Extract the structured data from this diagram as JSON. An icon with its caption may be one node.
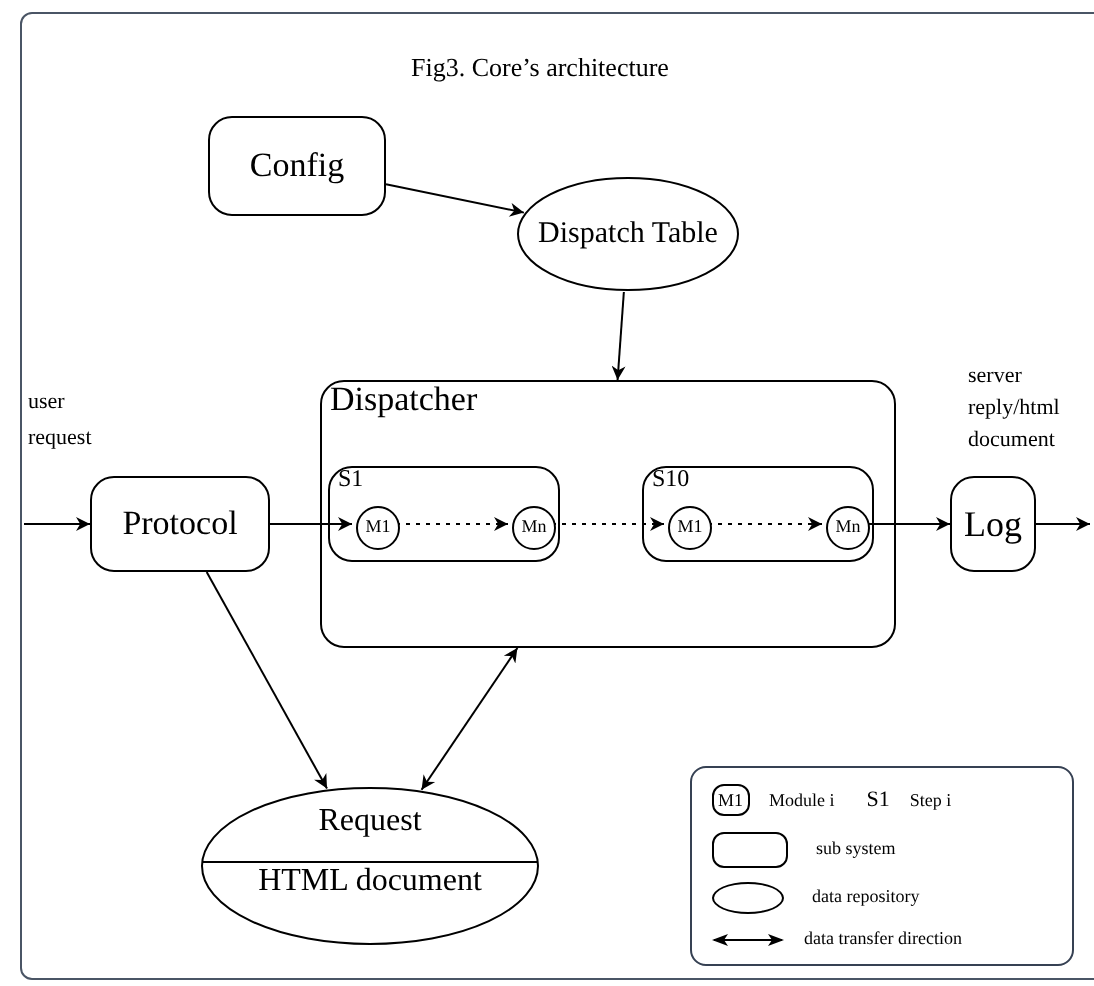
{
  "diagram": {
    "title": "Fig3. Core’s architecture",
    "nodes": [
      {
        "text": [
          "Config"
        ]
      },
      {
        "text": [
          "Dispatch Table"
        ]
      },
      {
        "text": [
          "Protocol"
        ]
      },
      {
        "text": [
          "Dispatcher"
        ]
      },
      {
        "text": [
          "S1"
        ],
        "in": 3
      },
      {
        "text": [
          "M1"
        ],
        "in": 4
      },
      {
        "text": [
          "Mn"
        ],
        "in": 4
      },
      {
        "text": [
          "S10"
        ],
        "in": 3
      },
      {
        "text": [
          "M1"
        ],
        "in": 7
      },
      {
        "text": [
          "Mn"
        ],
        "in": 7
      },
      {
        "text": [
          "Log"
        ]
      },
      {
        "text": [
          "Request",
          "HTML document"
        ]
      }
    ],
    "edges": [
      {
        "from": 0,
        "to": 1,
        "arrow": "to"
      },
      {
        "from": 1,
        "to": 3,
        "arrow": "to"
      },
      {
        "from": null,
        "to": 2,
        "arrow": "to"
      },
      {
        "from": 2,
        "to": 5,
        "arrow": "to"
      },
      {
        "from": 5,
        "to": 6,
        "arrow": "to",
        "style": "dashed"
      },
      {
        "from": 6,
        "to": 8,
        "arrow": "to",
        "style": "dashed"
      },
      {
        "from": 8,
        "to": 9,
        "arrow": "to",
        "style": "dashed"
      },
      {
        "from": 9,
        "to": 10,
        "arrow": "to"
      },
      {
        "from": 10,
        "to": null,
        "arrow": "to"
      },
      {
        "from": 2,
        "to": 11,
        "arrow": "to"
      },
      {
        "from": 3,
        "to": 11,
        "arrow": "both"
      }
    ],
    "labels": [
      "user request",
      "server reply/html document",
      "M1",
      "S1"
    ],
    "legend": [
      {
        "text": "Module i"
      },
      {
        "text": "Step i"
      },
      {
        "text": "sub system"
      },
      {
        "text": "data repository"
      },
      {
        "text": "data transfer direction"
      }
    ]
  }
}
